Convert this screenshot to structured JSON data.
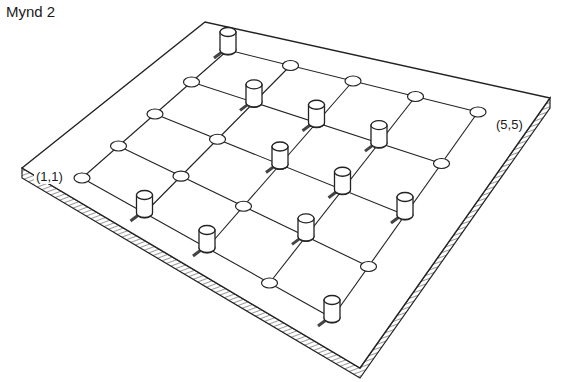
{
  "diagram": {
    "labels": [
      "Mynd 2",
      "(5,5)",
      "(1,1)"
    ]
  }
}
